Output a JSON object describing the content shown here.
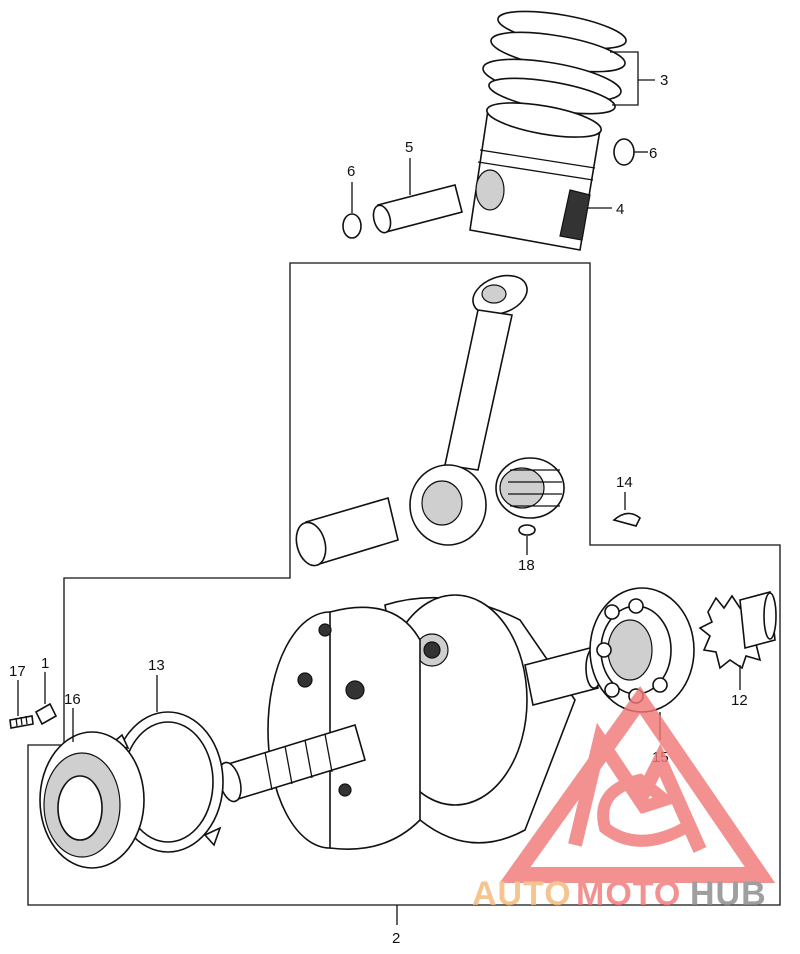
{
  "callouts": {
    "c1": "1",
    "c2": "2",
    "c3": "3",
    "c4": "4",
    "c5": "5",
    "c6a": "6",
    "c6b": "6",
    "c12": "12",
    "c13": "13",
    "c14": "14",
    "c15": "15",
    "c16": "16",
    "c17": "17",
    "c18": "18"
  },
  "watermark": {
    "part1": "AUTO",
    "part2": "MOTO",
    "part3": "HUB",
    "color_primary": "#f07a78",
    "color_secondary": "#f4b97a",
    "color_tertiary": "#8a8a8a"
  }
}
